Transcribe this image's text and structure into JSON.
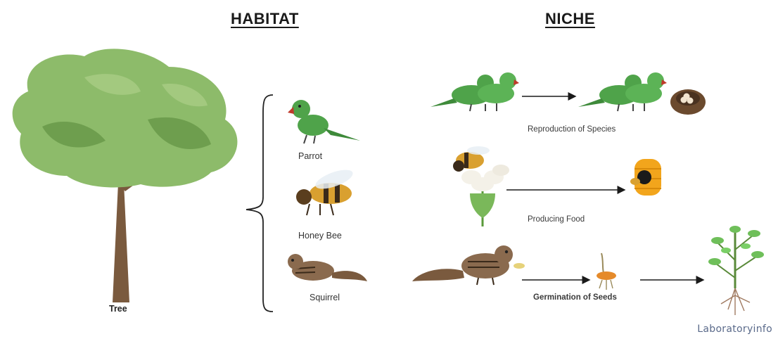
{
  "headings": {
    "habitat": "HABITAT",
    "niche": "NICHE"
  },
  "habitat": {
    "tree_label": "Tree",
    "organisms": [
      {
        "label": "Parrot",
        "icon": "parrot-icon"
      },
      {
        "label": "Honey Bee",
        "icon": "honey-bee-icon"
      },
      {
        "label": "Squirrel",
        "icon": "squirrel-icon"
      }
    ]
  },
  "niche": {
    "roles": [
      {
        "label": "Reproduction of Species",
        "from": "parrot-pair-icon",
        "to": "bird-nest-icon"
      },
      {
        "label": "Producing Food",
        "from": "bee-on-flower-icon",
        "to": "honeycomb-icon"
      },
      {
        "label": "Germination of Seeds",
        "from": "squirrel-with-seed-icon",
        "via": "sprouting-seed-icon",
        "to": "young-plant-icon"
      }
    ]
  },
  "watermark": "Laboratoryinfo",
  "colors": {
    "foliage": "#8dbb6a",
    "foliage_dark": "#6e9e4e",
    "trunk": "#7a5a3e",
    "parrot": "#4fa34a",
    "bee": "#c98a1c",
    "squirrel": "#8a6a4e",
    "arrow": "#1a1a1a"
  }
}
